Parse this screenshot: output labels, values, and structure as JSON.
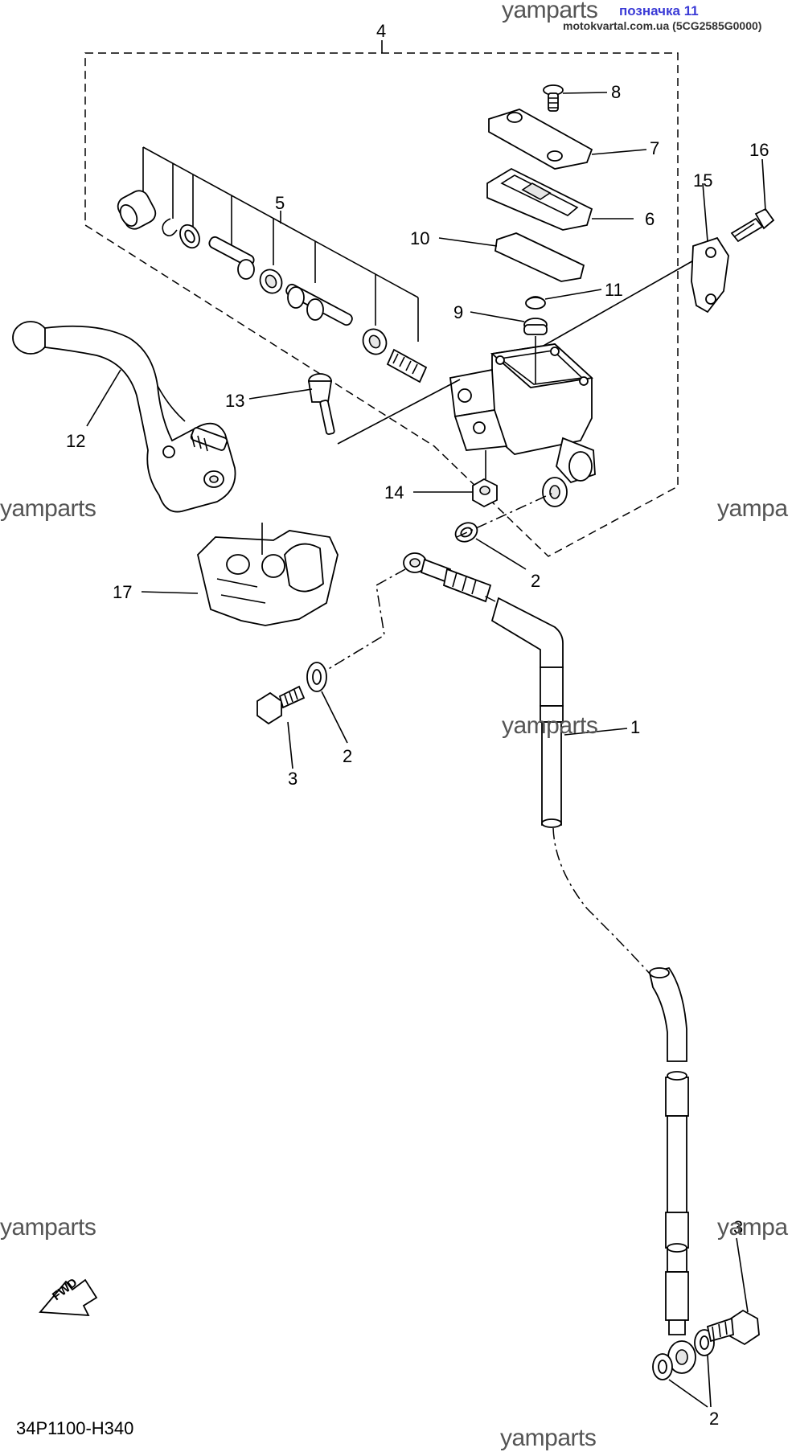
{
  "header": {
    "watermark": "yamparts",
    "label": "позначка 11",
    "source": "motokvartal.com.ua (5CG2585G0000)"
  },
  "watermarks": [
    "yamparts",
    "yamparts",
    "yamparts",
    "yamparts",
    "yampa",
    "yampa",
    "yamparts"
  ],
  "diagram_code": "34P1100-H340",
  "fwd_label": "FWD",
  "callouts": {
    "c1": "1",
    "c2a": "2",
    "c2b": "2",
    "c2c": "2",
    "c3a": "3",
    "c3b": "3",
    "c4": "4",
    "c5": "5",
    "c6": "6",
    "c7": "7",
    "c8": "8",
    "c9": "9",
    "c10": "10",
    "c11": "11",
    "c12": "12",
    "c13": "13",
    "c14": "14",
    "c15": "15",
    "c16": "16",
    "c17": "17"
  }
}
